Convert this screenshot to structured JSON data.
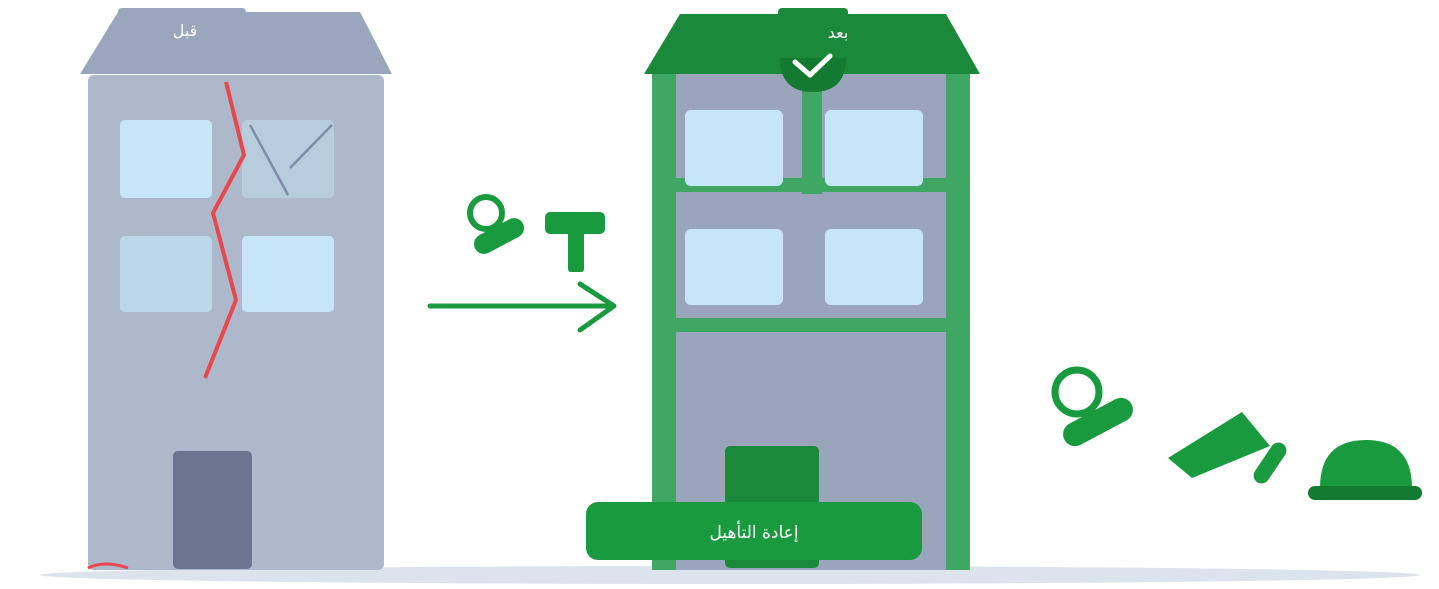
{
  "labels": {
    "before": "قبل",
    "after": "بعد",
    "rehab": "إعادة التأهيل"
  },
  "colors": {
    "green": "#1a9a3e",
    "dark_green": "#147a32",
    "grey_roof": "#9aa6bb",
    "grey_wall": "#adb8ca",
    "window": "#c6e6f7",
    "crack": "#e8474e",
    "door": "#6a7690"
  },
  "icons": [
    "wrench-icon",
    "hammer-icon",
    "check-icon",
    "arrow-right-icon",
    "trowel-icon",
    "hard-hat-icon"
  ]
}
